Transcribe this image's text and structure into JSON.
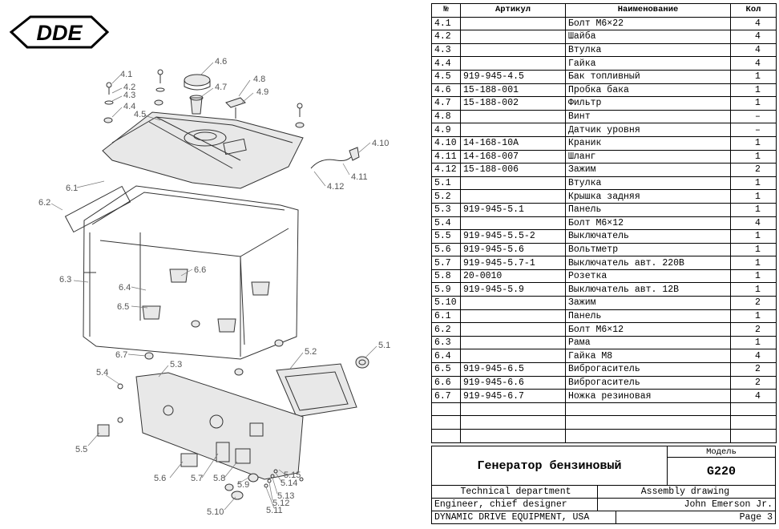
{
  "logo": {
    "text": "DDE"
  },
  "callouts": [
    "4.1",
    "4.2",
    "4.3",
    "4.4",
    "4.5",
    "4.6",
    "4.7",
    "4.8",
    "4.9",
    "4.10",
    "4.11",
    "4.12",
    "6.1",
    "6.2",
    "6.3",
    "6.4",
    "6.5",
    "6.6",
    "6.7",
    "5.1",
    "5.2",
    "5.3",
    "5.4",
    "5.5",
    "5.6",
    "5.7",
    "5.8",
    "5.9",
    "5.10",
    "5.11",
    "5.12",
    "5.13",
    "5.14",
    "5.15"
  ],
  "bom": {
    "headers": {
      "num": "№",
      "article": "Артикул",
      "name": "Наименование",
      "qty": "Кол"
    },
    "rows": [
      {
        "num": "4.1",
        "article": "",
        "name": "Болт М6×22",
        "qty": "4"
      },
      {
        "num": "4.2",
        "article": "",
        "name": "Шайба",
        "qty": "4"
      },
      {
        "num": "4.3",
        "article": "",
        "name": "Втулка",
        "qty": "4"
      },
      {
        "num": "4.4",
        "article": "",
        "name": "Гайка",
        "qty": "4"
      },
      {
        "num": "4.5",
        "article": "919-945-4.5",
        "name": "Бак топливный",
        "qty": "1"
      },
      {
        "num": "4.6",
        "article": "15-188-001",
        "name": "Пробка бака",
        "qty": "1"
      },
      {
        "num": "4.7",
        "article": "15-188-002",
        "name": "Фильтр",
        "qty": "1"
      },
      {
        "num": "4.8",
        "article": "",
        "name": "Винт",
        "qty": "–"
      },
      {
        "num": "4.9",
        "article": "",
        "name": "Датчик уровня",
        "qty": "–"
      },
      {
        "num": "4.10",
        "article": "14-168-10A",
        "name": "Краник",
        "qty": "1"
      },
      {
        "num": "4.11",
        "article": "14-168-007",
        "name": "Шланг",
        "qty": "1"
      },
      {
        "num": "4.12",
        "article": "15-188-006",
        "name": "Зажим",
        "qty": "2"
      },
      {
        "num": "5.1",
        "article": "",
        "name": "Втулка",
        "qty": "1"
      },
      {
        "num": "5.2",
        "article": "",
        "name": "Крышка задняя",
        "qty": "1"
      },
      {
        "num": "5.3",
        "article": "919-945-5.1",
        "name": "Панель",
        "qty": "1"
      },
      {
        "num": "5.4",
        "article": "",
        "name": "Болт М6×12",
        "qty": "4"
      },
      {
        "num": "5.5",
        "article": "919-945-5.5-2",
        "name": "Выключатель",
        "qty": "1"
      },
      {
        "num": "5.6",
        "article": "919-945-5.6",
        "name": "Вольтметр",
        "qty": "1"
      },
      {
        "num": "5.7",
        "article": "919-945-5.7-1",
        "name": "Выключатель авт. 220В",
        "qty": "1"
      },
      {
        "num": "5.8",
        "article": "20-0010",
        "name": "Розетка",
        "qty": "1"
      },
      {
        "num": "5.9",
        "article": "919-945-5.9",
        "name": "Выключатель авт. 12В",
        "qty": "1"
      },
      {
        "num": "5.10",
        "article": "",
        "name": "Зажим",
        "qty": "2"
      },
      {
        "num": "6.1",
        "article": "",
        "name": "Панель",
        "qty": "1"
      },
      {
        "num": "6.2",
        "article": "",
        "name": "Болт М6×12",
        "qty": "2"
      },
      {
        "num": "6.3",
        "article": "",
        "name": "Рама",
        "qty": "1"
      },
      {
        "num": "6.4",
        "article": "",
        "name": "Гайка М8",
        "qty": "4"
      },
      {
        "num": "6.5",
        "article": "919-945-6.5",
        "name": "Виброгаситель",
        "qty": "2"
      },
      {
        "num": "6.6",
        "article": "919-945-6.6",
        "name": "Виброгаситель",
        "qty": "2"
      },
      {
        "num": "6.7",
        "article": "919-945-6.7",
        "name": "Ножка резиновая",
        "qty": "4"
      },
      {
        "num": "",
        "article": "",
        "name": "",
        "qty": ""
      },
      {
        "num": "",
        "article": "",
        "name": "",
        "qty": ""
      },
      {
        "num": "",
        "article": "",
        "name": "",
        "qty": ""
      }
    ]
  },
  "title_block": {
    "title": "Генератор бензиновый",
    "model_label": "Модель",
    "model": "G220",
    "department": "Technical department",
    "drawing_type": "Assembly drawing",
    "role": "Engineer, chief designer",
    "person": "John Emerson Jr.",
    "company": "DYNAMIC DRIVE EQUIPMENT, USA",
    "page": "Page 3"
  }
}
